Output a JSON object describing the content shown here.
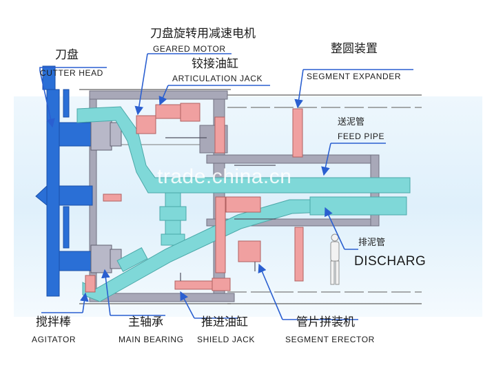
{
  "labels": {
    "cutter_head_zh": "刀盘",
    "cutter_head_en": "CUTTER HEAD",
    "motor_zh": "刀盘旋转用减速电机",
    "motor_en": "GEARED MOTOR",
    "jack_zh": "铰接油缸",
    "jack_en": "ARTICULATION JACK",
    "expander_zh": "整圆装置",
    "expander_en": "SEGMENT EXPANDER",
    "feed_zh": "送泥管",
    "feed_en": "FEED PIPE",
    "discharge_zh": "排泥管",
    "discharge_en": "DISCHARG",
    "agitator_zh": "搅拌棒",
    "agitator_en": "AGITATOR",
    "bearing_zh": "主轴承",
    "bearing_en": "MAIN BEARING",
    "shield_zh": "推进油缸",
    "shield_en": "SHIELD JACK",
    "erector_zh": "管片拼装机",
    "erector_en": "SEGMENT ERECTOR"
  },
  "watermark": "trade.china.cn",
  "colors": {
    "blue": "#2a6fd6",
    "cyan": "#7fd8d8",
    "pink": "#f0a0a0",
    "grey": "#a8a8b8",
    "arrow": "#2a5fd0",
    "background": "#ffffff"
  }
}
